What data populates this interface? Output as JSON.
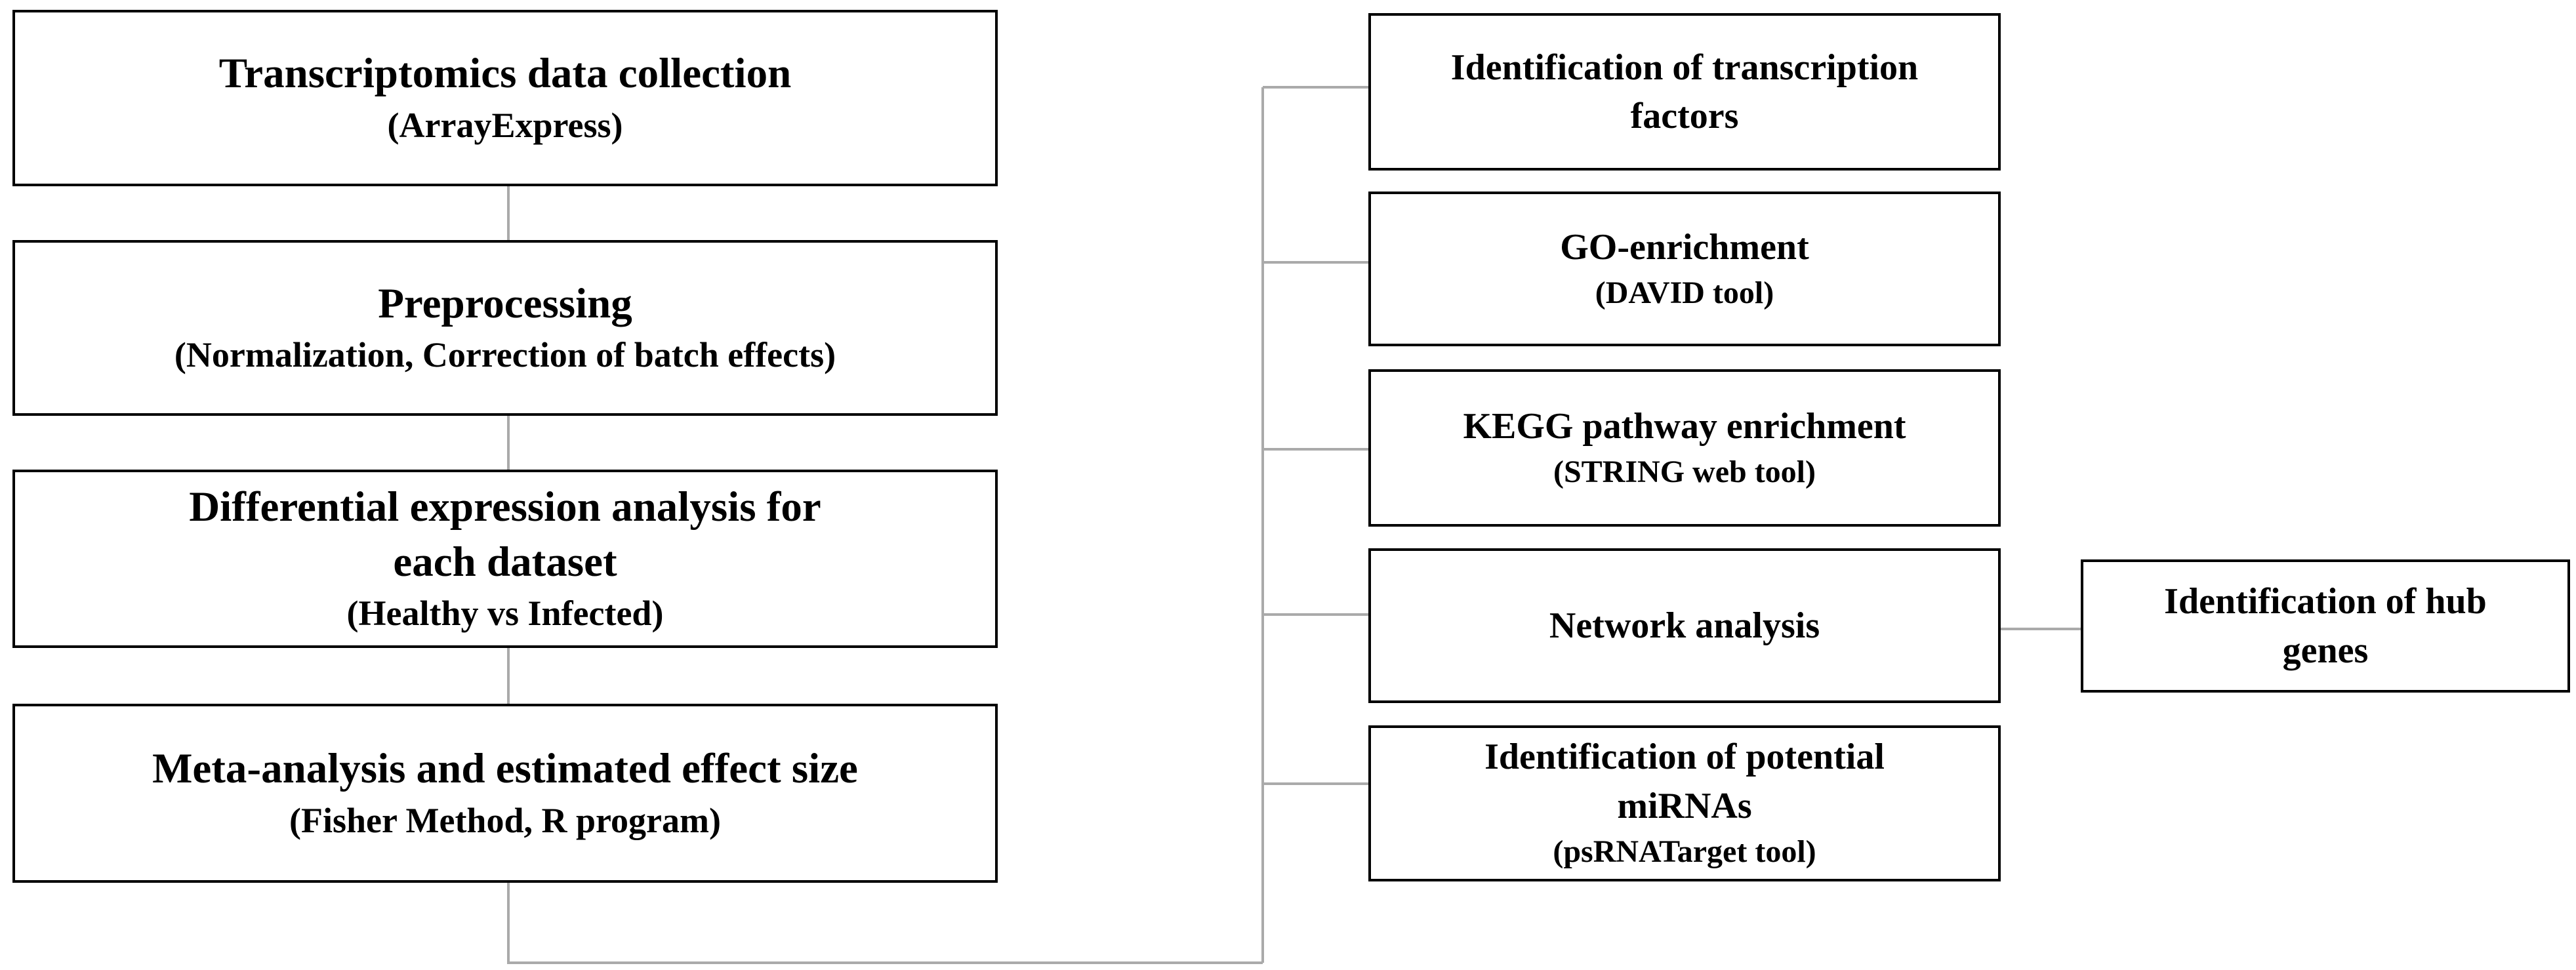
{
  "left_column": [
    {
      "id": "collection",
      "title_lines": [
        "Transcriptomics  data collection"
      ],
      "subtitle": "(ArrayExpress)"
    },
    {
      "id": "preprocessing",
      "title_lines": [
        "Preprocessing"
      ],
      "subtitle": "(Normalization,  Correction  of batch effects)"
    },
    {
      "id": "differential",
      "title_lines": [
        "Differential  expression  analysis  for",
        "each dataset"
      ],
      "subtitle": "(Healthy  vs Infected)"
    },
    {
      "id": "meta",
      "title_lines": [
        "Meta-analysis and estimated effect size"
      ],
      "subtitle": "(Fisher Method,  R  program)"
    }
  ],
  "right_column": [
    {
      "id": "tf",
      "title_lines": [
        "Identification of transcription",
        "factors"
      ],
      "subtitle": ""
    },
    {
      "id": "go",
      "title_lines": [
        "GO-enrichment"
      ],
      "subtitle": "(DAVID tool)"
    },
    {
      "id": "kegg",
      "title_lines": [
        "KEGG pathway enrichment"
      ],
      "subtitle": "(STRING web tool)"
    },
    {
      "id": "network",
      "title_lines": [
        "Network analysis"
      ],
      "subtitle": ""
    },
    {
      "id": "mirna",
      "title_lines": [
        "Identification of potential",
        "miRNAs"
      ],
      "subtitle": "(psRNATarget tool)"
    }
  ],
  "hub": {
    "id": "hub",
    "title_lines": [
      "Identification of hub",
      "genes"
    ],
    "subtitle": ""
  },
  "colors": {
    "connector": "#aaaaaa",
    "border": "#000000",
    "text": "#000000"
  }
}
